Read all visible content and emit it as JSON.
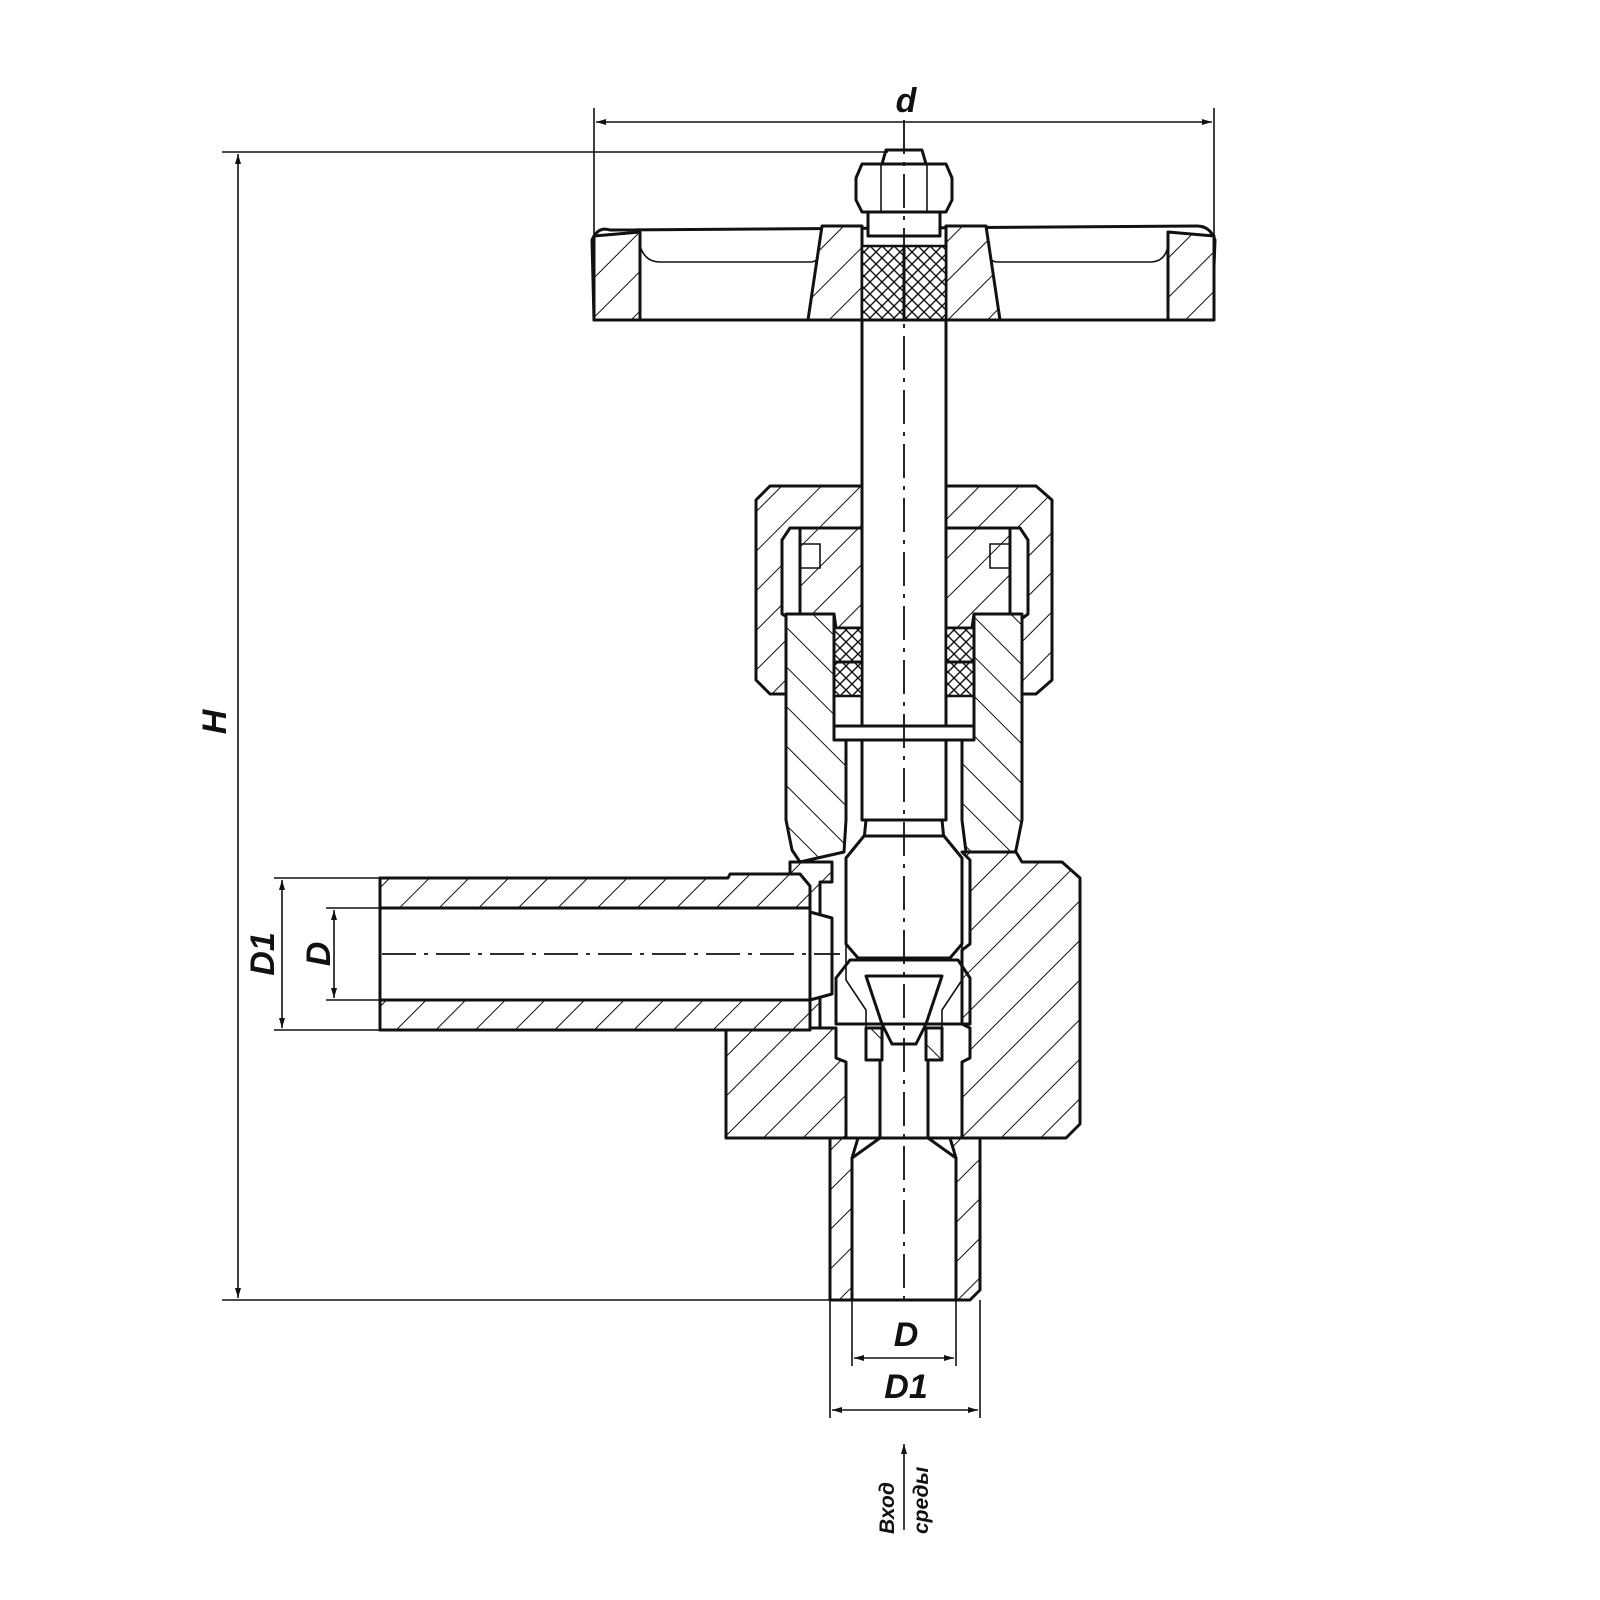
{
  "dimensions": {
    "handwheel_diameter": "d",
    "overall_height": "H",
    "outlet_outer_diameter": "D1",
    "outlet_inner_diameter": "D",
    "inlet_inner_diameter": "D",
    "inlet_outer_diameter": "D1"
  },
  "flow": {
    "line1": "Вход",
    "line2": "среды"
  }
}
